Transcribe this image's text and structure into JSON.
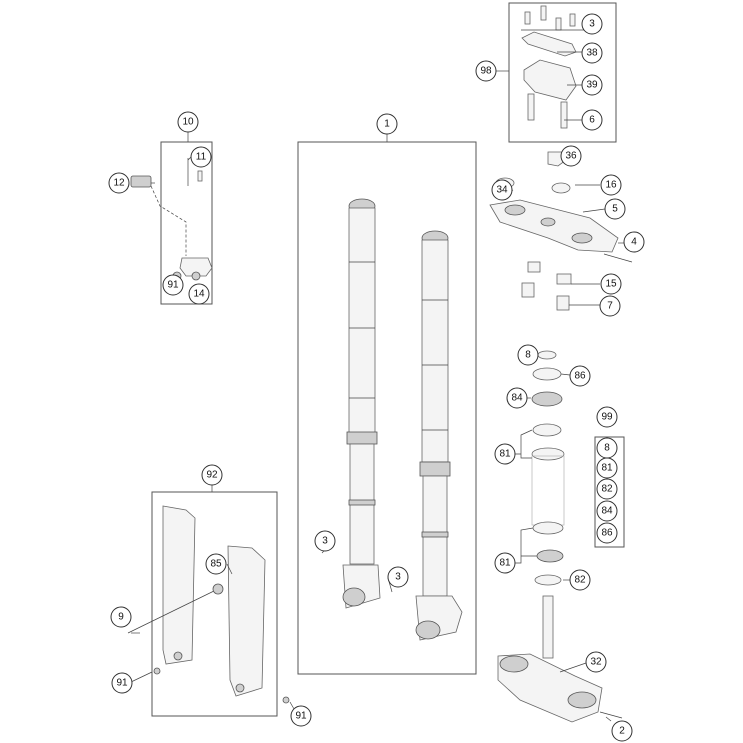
{
  "callouts": [
    {
      "id": "c-1",
      "label": "1"
    },
    {
      "id": "c-2",
      "label": "2"
    },
    {
      "id": "c-3a",
      "label": "3"
    },
    {
      "id": "c-3b",
      "label": "3"
    },
    {
      "id": "c-3c",
      "label": "3"
    },
    {
      "id": "c-4",
      "label": "4"
    },
    {
      "id": "c-5",
      "label": "5"
    },
    {
      "id": "c-6",
      "label": "6"
    },
    {
      "id": "c-7",
      "label": "7"
    },
    {
      "id": "c-8a",
      "label": "8"
    },
    {
      "id": "c-8b",
      "label": "8"
    },
    {
      "id": "c-9",
      "label": "9"
    },
    {
      "id": "c-10",
      "label": "10"
    },
    {
      "id": "c-11",
      "label": "11"
    },
    {
      "id": "c-12",
      "label": "12"
    },
    {
      "id": "c-14",
      "label": "14"
    },
    {
      "id": "c-15",
      "label": "15"
    },
    {
      "id": "c-16",
      "label": "16"
    },
    {
      "id": "c-32",
      "label": "32"
    },
    {
      "id": "c-34",
      "label": "34"
    },
    {
      "id": "c-36",
      "label": "36"
    },
    {
      "id": "c-38",
      "label": "38"
    },
    {
      "id": "c-39",
      "label": "39"
    },
    {
      "id": "c-81a",
      "label": "81"
    },
    {
      "id": "c-81b",
      "label": "81"
    },
    {
      "id": "c-81c",
      "label": "81"
    },
    {
      "id": "c-82a",
      "label": "82"
    },
    {
      "id": "c-82b",
      "label": "82"
    },
    {
      "id": "c-84a",
      "label": "84"
    },
    {
      "id": "c-84b",
      "label": "84"
    },
    {
      "id": "c-85",
      "label": "85"
    },
    {
      "id": "c-86a",
      "label": "86"
    },
    {
      "id": "c-86b",
      "label": "86"
    },
    {
      "id": "c-91a",
      "label": "91"
    },
    {
      "id": "c-91b",
      "label": "91"
    },
    {
      "id": "c-91c",
      "label": "91"
    },
    {
      "id": "c-92",
      "label": "92"
    },
    {
      "id": "c-98",
      "label": "98"
    },
    {
      "id": "c-99",
      "label": "99"
    }
  ]
}
